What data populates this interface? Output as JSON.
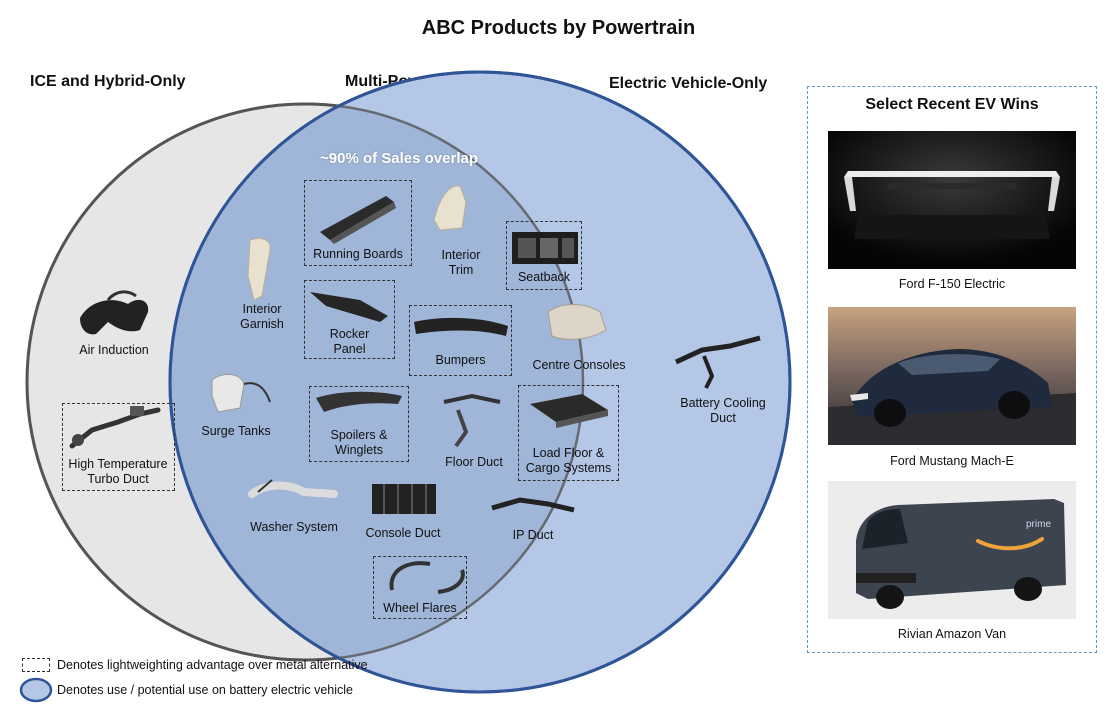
{
  "title": "ABC Products by Powertrain",
  "headers": {
    "ice": "ICE and Hybrid-Only",
    "multi": "Multi-Powertrain",
    "ev": "Electric Vehicle-Only"
  },
  "overlap_note": "~90% of Sales overlap",
  "products": {
    "air_induction": "Air Induction",
    "turbo_duct": "High Temperature\nTurbo Duct",
    "running_boards": "Running Boards",
    "interior_trim": "Interior\nTrim",
    "seatback": "Seatback",
    "interior_garnish": "Interior\nGarnish",
    "rocker_panel": "Rocker\nPanel",
    "bumpers": "Bumpers",
    "centre_consoles": "Centre Consoles",
    "surge_tanks": "Surge Tanks",
    "spoilers": "Spoilers &\nWinglets",
    "floor_duct": "Floor Duct",
    "load_floor": "Load Floor &\nCargo Systems",
    "washer_system": "Washer System",
    "console_duct": "Console Duct",
    "ip_duct": "IP Duct",
    "wheel_flares": "Wheel Flares",
    "battery_cooling_duct": "Battery Cooling\nDuct"
  },
  "ev_wins": {
    "title": "Select Recent EV Wins",
    "items": [
      {
        "caption": "Ford F-150 Electric"
      },
      {
        "caption": "Ford Mustang Mach-E"
      },
      {
        "caption": "Rivian Amazon Van"
      }
    ]
  },
  "legend": {
    "dashed": "Denotes lightweighting advantage over metal alternative",
    "circle": "Denotes use / potential use on battery electric vehicle"
  },
  "colors": {
    "ice_fill": "#e6e6e6",
    "ev_fill": "#b4c7e7",
    "overlap_fill": "#94acd0",
    "circle_stroke": "#555555",
    "ev_stroke": "#2f5597",
    "panel_border": "#5b9bd5"
  }
}
